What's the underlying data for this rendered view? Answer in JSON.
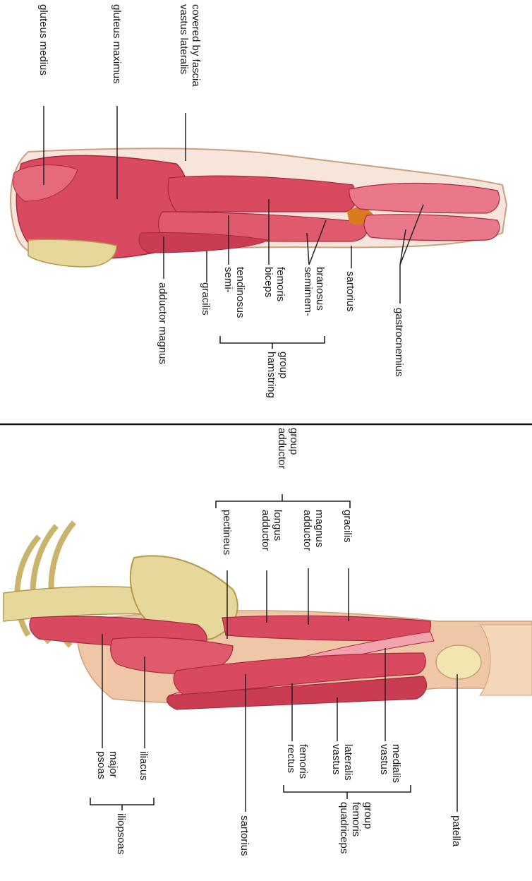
{
  "colors": {
    "muscle": "#d94a60",
    "muscle_light": "#f2a3ad",
    "muscle_dark": "#a8283c",
    "bone": "#e6d79a",
    "bone_dark": "#b39a4c",
    "skin": "#f0c7a6",
    "skin_edge": "#c9a07f",
    "fascia": "#f7e4da",
    "background": "#ffffff",
    "divider": "#111111"
  },
  "posterior_view": {
    "labels": {
      "gluteus_medius": "gluteus medius",
      "gluteus_maximus": "gluteus maximus",
      "vastus_lateralis_1": "vastus lateralis",
      "vastus_lateralis_2": "covered by fascia",
      "adductor_magnus": "adductor magnus",
      "gracilis": "gracilis",
      "semitendinosus_1": "semi-",
      "semitendinosus_2": "tendinosus",
      "biceps_femoris_1": "biceps",
      "biceps_femoris_2": "femoris",
      "semimembranosus_1": "semimem-",
      "semimembranosus_2": "branosus",
      "hamstring_group_1": "hamstring",
      "hamstring_group_2": "group",
      "sartorius": "sartorius",
      "gastrocnemius": "gastrocnemius"
    }
  },
  "anterior_view": {
    "labels": {
      "adductor_group_1": "adductor",
      "adductor_group_2": "group",
      "pectineus": "pectineus",
      "adductor_longus_1": "adductor",
      "adductor_longus_2": "longus",
      "adductor_magnus_1": "adductor",
      "adductor_magnus_2": "magnus",
      "gracilis": "gracilis",
      "psoas_major_1": "psoas",
      "psoas_major_2": "major",
      "iliacus": "iliacus",
      "iliopsoas": "iliopsoas",
      "sartorius": "sartorius",
      "rectus_femoris_1": "rectus",
      "rectus_femoris_2": "femoris",
      "vastus_lateralis_1": "vastus",
      "vastus_lateralis_2": "lateralis",
      "vastus_medialis_1": "vastus",
      "vastus_medialis_2": "medialis",
      "quadriceps_1": "quadriceps",
      "quadriceps_2": "femoris",
      "quadriceps_3": "group",
      "patella": "patella"
    }
  }
}
